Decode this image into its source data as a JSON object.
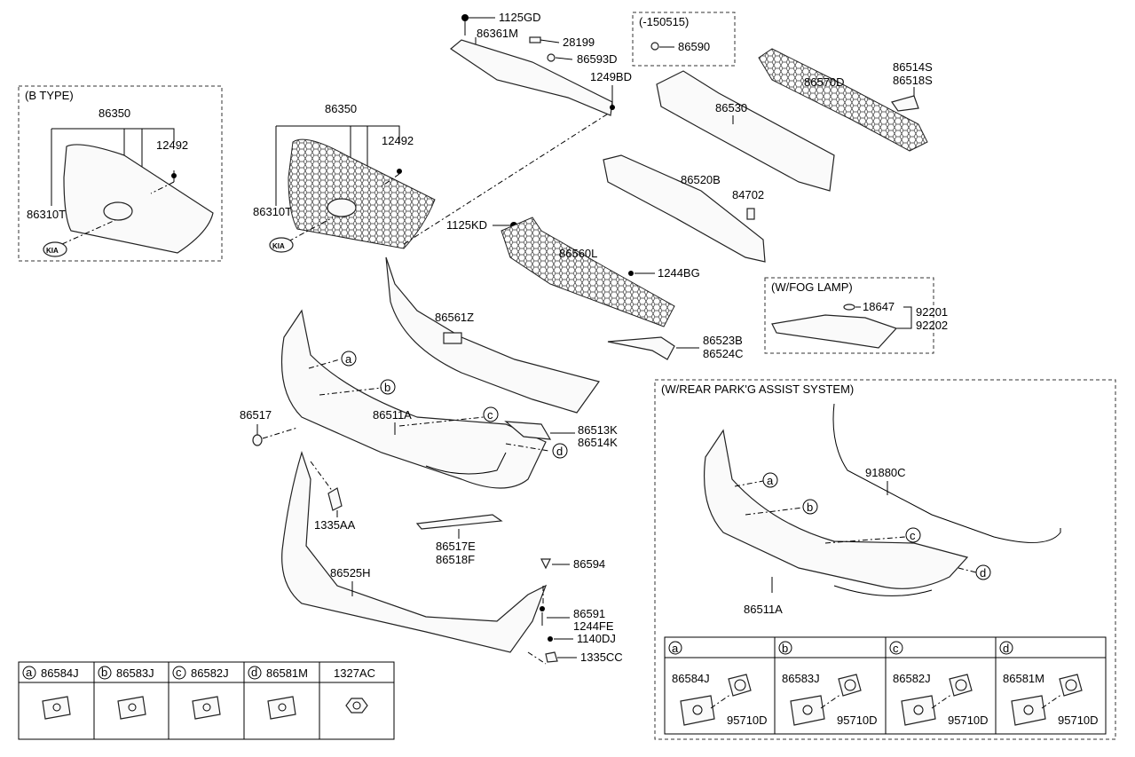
{
  "title_fonts": [],
  "groups": {
    "b_type": "(B TYPE)",
    "code_range": "(-150515)",
    "fog_lamp": "(W/FOG LAMP)",
    "park_assist": "(W/REAR PARK'G ASSIST SYSTEM)"
  },
  "labels": {
    "p1125GD": "1125GD",
    "p86361M": "86361M",
    "p28199": "28199",
    "p86593D": "86593D",
    "p1249BD": "1249BD",
    "p86590": "86590",
    "p86570D": "86570D",
    "p86514S": "86514S",
    "p86518S": "86518S",
    "p86530": "86530",
    "p86520B": "86520B",
    "p84702": "84702",
    "p1125KD": "1125KD",
    "p86560L": "86560L",
    "p1244BG": "1244BG",
    "p86350_b": "86350",
    "p12492_b": "12492",
    "p86310T_b": "86310T",
    "p86350": "86350",
    "p12492": "12492",
    "p86310T": "86310T",
    "p18647": "18647",
    "p92201": "92201",
    "p92202": "92202",
    "p86561Z": "86561Z",
    "p86523B": "86523B",
    "p86524C": "86524C",
    "p86517": "86517",
    "p86511A": "86511A",
    "p86513K": "86513K",
    "p86514K": "86514K",
    "p1335AA": "1335AA",
    "p86517E": "86517E",
    "p86518F": "86518F",
    "p86525H": "86525H",
    "p86594": "86594",
    "p86591": "86591",
    "p1244FE": "1244FE",
    "p1140DJ": "1140DJ",
    "p1335CC": "1335CC",
    "p91880C": "91880C",
    "p86511A_r": "86511A"
  },
  "callouts": {
    "a": "a",
    "b": "b",
    "c": "c",
    "d": "d"
  },
  "legend_left": [
    {
      "key": "a",
      "part": "86584J"
    },
    {
      "key": "b",
      "part": "86583J"
    },
    {
      "key": "c",
      "part": "86582J"
    },
    {
      "key": "d",
      "part": "86581M"
    },
    {
      "key": "",
      "part": "1327AC"
    }
  ],
  "legend_right": [
    {
      "key": "a",
      "part": "86584J",
      "sensor": "95710D"
    },
    {
      "key": "b",
      "part": "86583J",
      "sensor": "95710D"
    },
    {
      "key": "c",
      "part": "86582J",
      "sensor": "95710D"
    },
    {
      "key": "d",
      "part": "86581M",
      "sensor": "95710D"
    }
  ]
}
